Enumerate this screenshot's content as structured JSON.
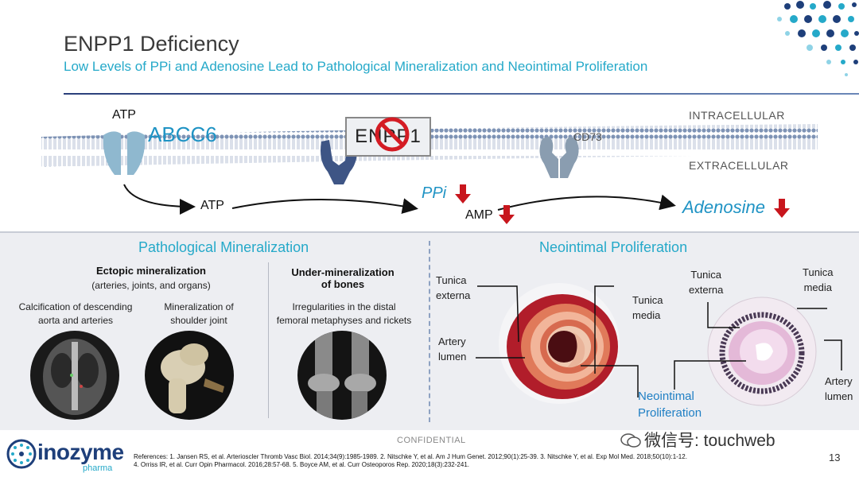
{
  "header": {
    "title": "ENPP1 Deficiency",
    "subtitle": "Low Levels of PPi and Adenosine Lead to Pathological Mineralization and Neointimal Proliferation"
  },
  "pathway": {
    "atp_top": "ATP",
    "abcc6": "ABCC6",
    "enpp1": "ENPP1",
    "cd73": "CD73",
    "intracellular": "INTRACELLULAR",
    "extracellular": "EXTRACELLULAR",
    "atp_bottom": "ATP",
    "ppi": "PPi",
    "amp": "AMP",
    "adenosine": "Adenosine"
  },
  "left_section": {
    "title": "Pathological Mineralization",
    "ectopic_heading": "Ectopic mineralization",
    "ectopic_sub": "(arteries, joints, and organs)",
    "calc_caption_1": "Calcification of descending",
    "calc_caption_2": "aorta and arteries",
    "shoulder_caption_1": "Mineralization of",
    "shoulder_caption_2": "shoulder joint",
    "under_heading_1": "Under-mineralization",
    "under_heading_2": "of bones",
    "under_caption_1": "Irregularities in the distal",
    "under_caption_2": "femoral metaphyses and rickets"
  },
  "right_section": {
    "title": "Neointimal Proliferation",
    "tunica_externa_1": "Tunica",
    "tunica_externa_2": "externa",
    "tunica_media_1": "Tunica",
    "tunica_media_2": "media",
    "artery_lumen_1": "Artery",
    "artery_lumen_2": "lumen",
    "neointimal_1": "Neointimal",
    "neointimal_2": "Proliferation",
    "r_tunica_externa_1": "Tunica",
    "r_tunica_externa_2": "externa",
    "r_tunica_media_1": "Tunica",
    "r_tunica_media_2": "media",
    "r_artery_lumen_1": "Artery",
    "r_artery_lumen_2": "lumen"
  },
  "footer": {
    "confidential": "CONFIDENTIAL",
    "logo": "inozyme",
    "logo_sub": "pharma",
    "references_1": "References: 1. Jansen RS, et al. Arterioscler Thromb Vasc Biol. 2014;34(9):1985-1989. 2. Nitschke Y, et al. Am J Hum Genet. 2012;90(1):25-39. 3. Nitschke Y, et al. Exp Mol Med. 2018;50(10):1-12.",
    "references_2": "4. Orriss IR, et al. Curr Opin Pharmacol. 2016;28:57-68. 5. Boyce AM, et al. Curr Osteoporos Rep. 2020;18(3):232-241.",
    "page_number": "13",
    "watermark": "微信号: touchweb"
  },
  "colors": {
    "accent": "#25a9c9",
    "navy": "#1e3f7a",
    "down_arrow": "#c8161d"
  }
}
